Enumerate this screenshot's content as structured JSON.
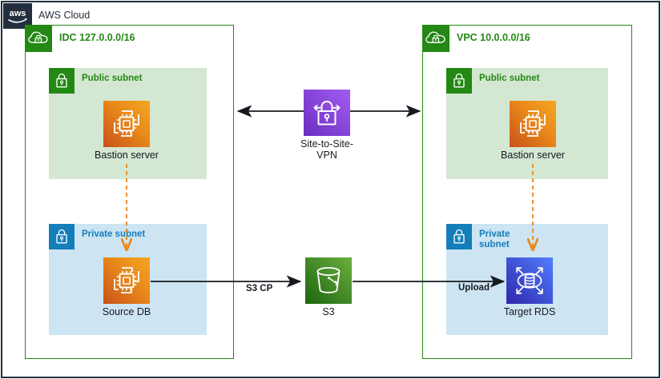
{
  "cloud": {
    "title": "AWS Cloud",
    "logo_icon": "aws-logo-icon",
    "border_color": "#232F3E"
  },
  "groups": [
    {
      "id": "idc",
      "title": "IDC 127.0.0.0/16",
      "badge_icon": "vpc-cloud-lock-icon",
      "color": "#248814"
    },
    {
      "id": "vpc",
      "title": "VPC 10.0.0.0/16",
      "badge_icon": "vpc-cloud-lock-icon",
      "color": "#248814"
    }
  ],
  "subnets": [
    {
      "id": "idc-public",
      "title": "Public subnet",
      "badge_icon": "lock-icon",
      "fill": "#D4E7D2",
      "accent": "#248814"
    },
    {
      "id": "idc-private",
      "title": "Private subnet",
      "badge_icon": "lock-icon",
      "fill": "#CDE4F2",
      "accent": "#147EBA"
    },
    {
      "id": "vpc-public",
      "title": "Public subnet",
      "badge_icon": "lock-icon",
      "fill": "#D4E7D2",
      "accent": "#248814"
    },
    {
      "id": "vpc-private",
      "title": "Private\nsubnet",
      "badge_icon": "lock-icon",
      "fill": "#CDE4F2",
      "accent": "#147EBA"
    }
  ],
  "nodes": [
    {
      "id": "idc-bastion",
      "label": "Bastion server",
      "icon": "ec2-instance-icon",
      "color": "#E8881A"
    },
    {
      "id": "idc-source-db",
      "label": "Source DB",
      "icon": "ec2-instance-icon",
      "color": "#E8881A"
    },
    {
      "id": "site-to-site-vpn",
      "label": "Site-to-Site-\nVPN",
      "icon": "vpn-lock-icon",
      "color": "#8C4FE0"
    },
    {
      "id": "s3",
      "label": "S3",
      "icon": "s3-bucket-icon",
      "color": "#3F8624"
    },
    {
      "id": "vpc-bastion",
      "label": "Bastion server",
      "icon": "ec2-instance-icon",
      "color": "#E8881A"
    },
    {
      "id": "target-rds",
      "label": "Target RDS",
      "icon": "rds-database-icon",
      "color": "#3B48CC"
    }
  ],
  "edges": [
    {
      "id": "idc-to-vpn",
      "label": "",
      "style": "solid",
      "direction": "left",
      "color": "#16191F"
    },
    {
      "id": "vpn-to-vpc",
      "label": "",
      "style": "solid",
      "direction": "right",
      "color": "#16191F"
    },
    {
      "id": "idc-bastion-to-source-db",
      "label": "",
      "style": "dashed",
      "direction": "down",
      "color": "#E8881A"
    },
    {
      "id": "vpc-bastion-to-target-rds",
      "label": "",
      "style": "dashed",
      "direction": "down",
      "color": "#E8881A"
    },
    {
      "id": "source-db-to-s3",
      "label": "S3 CP",
      "style": "solid",
      "direction": "right",
      "color": "#16191F"
    },
    {
      "id": "s3-to-target-rds",
      "label": "Upload",
      "style": "solid",
      "direction": "right",
      "color": "#16191F"
    }
  ]
}
